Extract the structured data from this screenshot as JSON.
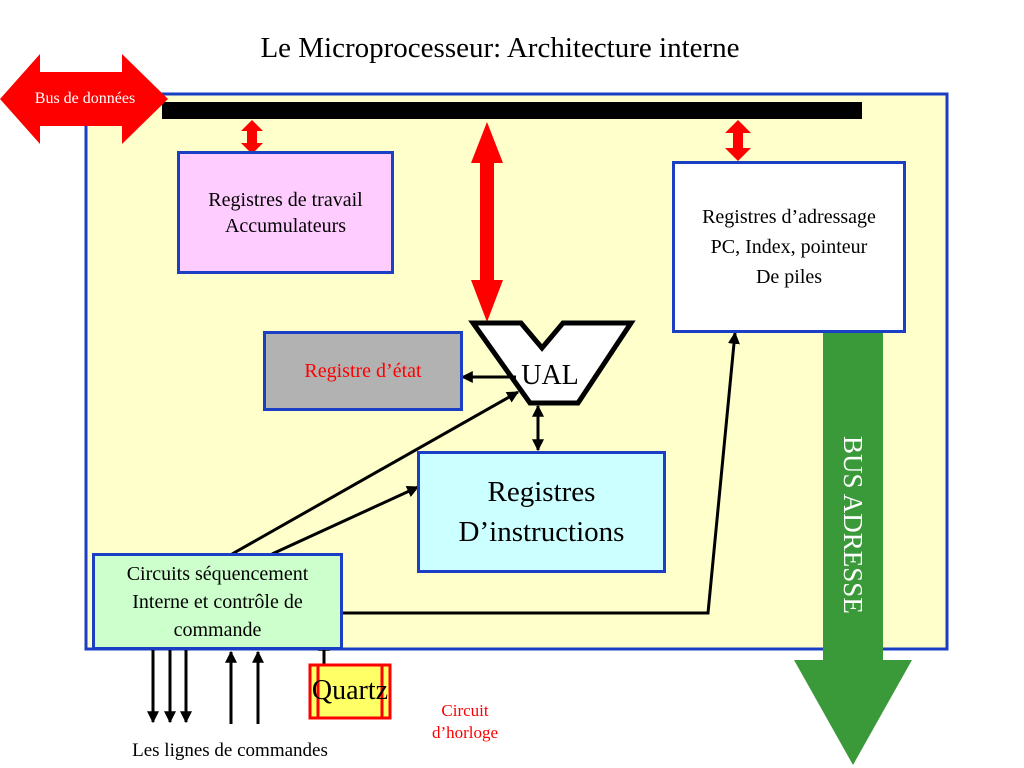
{
  "title": "Le Microprocesseur: Architecture interne",
  "data_bus": {
    "label": "Bus de données"
  },
  "working_registers": {
    "line1": "Registres de travail",
    "line2": "Accumulateurs"
  },
  "addressing_registers": {
    "line1": "Registres d’adressage",
    "line2": "PC, Index, pointeur",
    "line3": "De piles"
  },
  "status_register": {
    "label": "Registre d’état"
  },
  "alu": {
    "label": "UAL"
  },
  "instruction_registers": {
    "line1": "Registres",
    "line2": "D’instructions"
  },
  "sequencer": {
    "line1": "Circuits séquencement",
    "line2": "Interne et contrôle de",
    "line3": "commande"
  },
  "address_bus": {
    "label": "BUS ADRESSE"
  },
  "quartz": {
    "label": "Quartz"
  },
  "clock_circuit": {
    "line1": "Circuit",
    "line2": "d’horloge"
  },
  "command_lines": {
    "label": "Les lignes de commandes"
  },
  "colors": {
    "frame_fill": "#ffffcc",
    "frame_border": "#1a3fc4",
    "data_bus_arrow": "#ff0000",
    "address_bus_arrow": "#3a9a3a",
    "working_registers_fill": "#ffccff",
    "status_register_fill": "#b2b2b2",
    "instruction_registers_fill": "#ccffff",
    "sequencer_fill": "#ccffcc",
    "quartz_fill": "#ffff66",
    "red_text": "#ff0000"
  }
}
